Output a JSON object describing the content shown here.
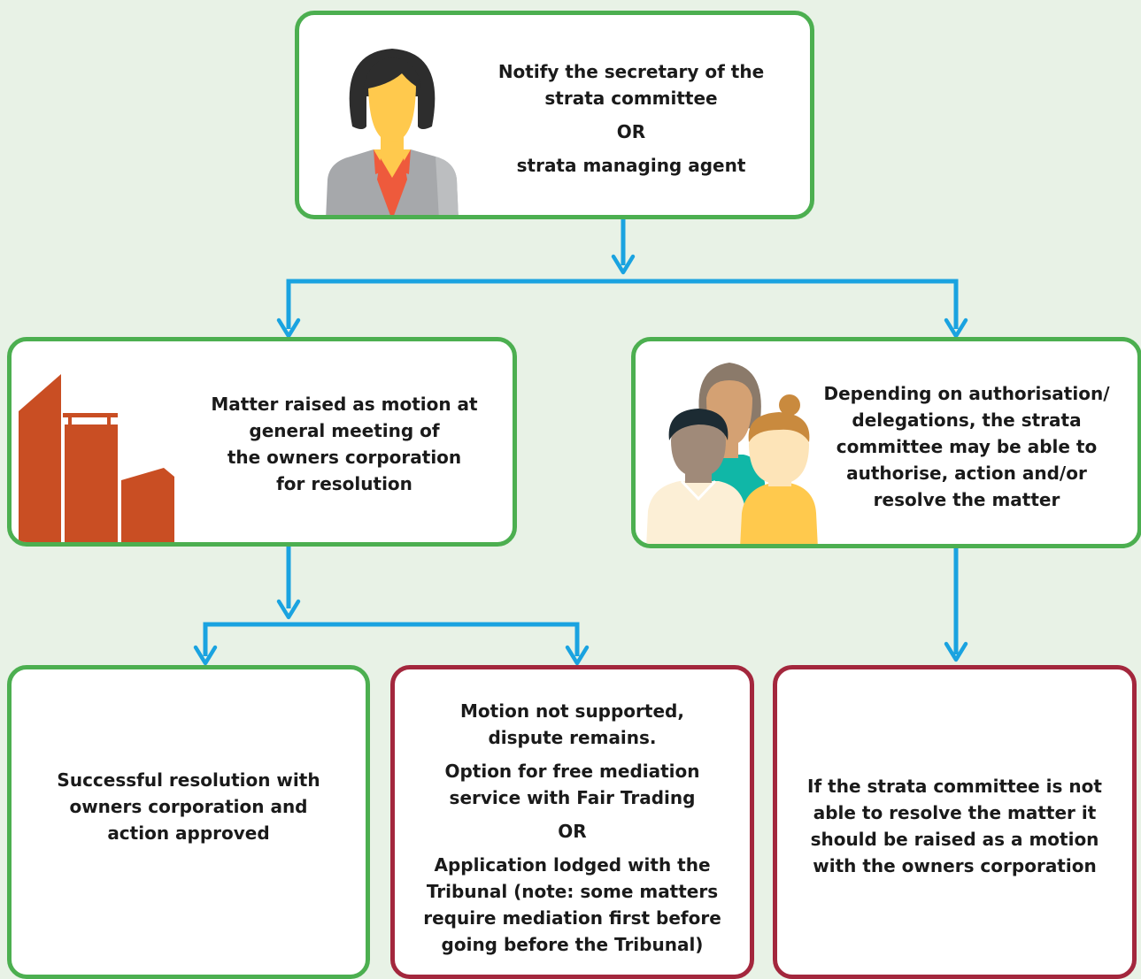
{
  "colors": {
    "background": "#e8f2e6",
    "green_border": "#4caf50",
    "red_border": "#a3273d",
    "arrow": "#1aa3e0",
    "building": "#c94e23"
  },
  "icons": {
    "notify": "woman-avatar-icon",
    "general_meeting": "buildings-icon",
    "committee": "group-of-people-icon"
  },
  "nodes": {
    "notify": {
      "line1": "Notify the secretary of the",
      "line2": "strata committee",
      "or": "OR",
      "line3": "strata managing agent"
    },
    "general_meeting": {
      "line1": "Matter raised as motion at",
      "line2": "general meeting of",
      "line3": "the owners corporation",
      "line4": "for resolution"
    },
    "committee": {
      "line1": "Depending on authorisation/",
      "line2": "delegations, the strata",
      "line3": "committee may be able to",
      "line4": "authorise, action and/or",
      "line5": "resolve the matter"
    },
    "success": {
      "line1": "Successful resolution with",
      "line2": "owners corporation and",
      "line3": "action approved"
    },
    "not_supported": {
      "line1": "Motion not supported,",
      "line2": "dispute remains.",
      "line3": "Option for free mediation",
      "line4": "service with Fair Trading",
      "or": "OR",
      "line5": "Application lodged with the",
      "line6": "Tribunal (note: some matters",
      "line7": "require mediation first before",
      "line8": "going before the Tribunal)"
    },
    "not_able": {
      "line1": "If the strata committee is not",
      "line2": "able to resolve the matter it",
      "line3": "should be raised as a motion",
      "line4": "with the owners corporation"
    }
  }
}
